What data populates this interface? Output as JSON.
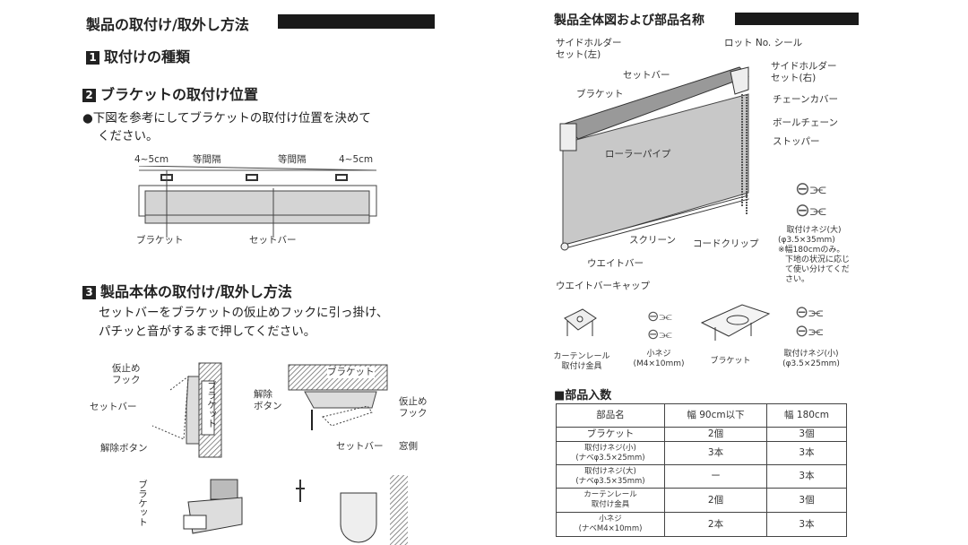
{
  "left": {
    "title": "製品の取付け/取外し方法",
    "s1": {
      "num": "1",
      "title": "取付けの種類"
    },
    "s2": {
      "num": "2",
      "title": "ブラケットの取付け位置",
      "bullet": "●下図を参考にしてブラケットの取付け位置を決めて",
      "bullet2": "ください。",
      "diagram": {
        "d1": "4~5cm",
        "d2": "等間隔",
        "d3": "等間隔",
        "d4": "4~5cm",
        "bracket": "ブラケット",
        "setbar": "セットバー"
      }
    },
    "s3": {
      "num": "3",
      "title": "製品本体の取付け/取外し方法",
      "text1": "セットバーをブラケットの仮止めフックに引っ掛け、",
      "text2": "パチッと音がするまで押してください。",
      "fig1": {
        "hook1": "仮止め",
        "hook2": "フック",
        "setbar": "セットバー",
        "release": "解除ボタン",
        "bracket": "ブラケット"
      },
      "fig2": {
        "bracket": "ブラケット",
        "release1": "解除",
        "release2": "ボタン",
        "hook1": "仮止め",
        "hook2": "フック",
        "setbar": "セットバー",
        "window": "窓側"
      },
      "fig3": {
        "bracket": "ブラケット"
      }
    }
  },
  "right": {
    "title": "製品全体図および部品名称",
    "labels": {
      "side_left1": "サイドホルダー",
      "side_left2": "セット(左)",
      "lot": "ロット No. シール",
      "side_right1": "サイドホルダー",
      "side_right2": "セット(右)",
      "setbar": "セットバー",
      "bracket": "ブラケット",
      "chain_cover": "チェーンカバー",
      "ball_chain": "ボールチェーン",
      "stopper": "ストッパー",
      "roller": "ローラーパイプ",
      "screen": "スクリーン",
      "cord_clip": "コードクリップ",
      "weight_bar": "ウエイトバー",
      "weight_cap": "ウエイトバーキャップ"
    },
    "screw_large": {
      "l1": "取付けネジ(大)",
      "l2": "(φ3.5×35mm)",
      "l3": "※幅180cmのみ。",
      "l4": "下地の状況に応じ",
      "l5": "て使い分けてくだ",
      "l6": "さい。"
    },
    "parts": [
      {
        "l1": "カーテンレール",
        "l2": "取付け金具"
      },
      {
        "l1": "小ネジ",
        "l2": "(M4×10mm)"
      },
      {
        "l1": "ブラケット",
        "l2": ""
      },
      {
        "l1": "取付けネジ(小)",
        "l2": "(φ3.5×25mm)"
      }
    ],
    "table": {
      "title": "■部品入数",
      "headers": [
        "部品名",
        "幅 90cm以下",
        "幅 180cm"
      ],
      "rows": [
        {
          "name1": "ブラケット",
          "name2": "",
          "a": "2個",
          "b": "3個"
        },
        {
          "name1": "取付けネジ(小)",
          "name2": "(ナベφ3.5×25mm)",
          "a": "3本",
          "b": "3本"
        },
        {
          "name1": "取付けネジ(大)",
          "name2": "(ナベφ3.5×35mm)",
          "a": "ー",
          "b": "3本"
        },
        {
          "name1": "カーテンレール",
          "name2": "取付け金具",
          "a": "2個",
          "b": "3個"
        },
        {
          "name1": "小ネジ",
          "name2": "(ナベM4×10mm)",
          "a": "2本",
          "b": "3本"
        }
      ]
    }
  }
}
